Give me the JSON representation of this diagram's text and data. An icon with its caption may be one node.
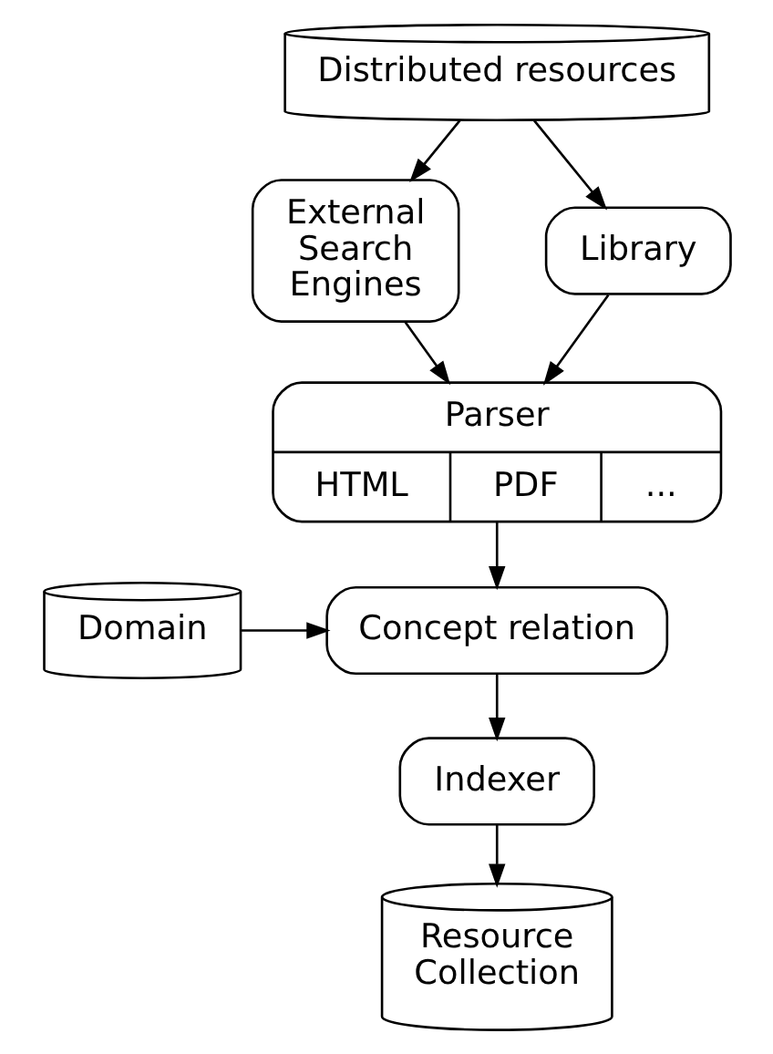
{
  "diagram": {
    "nodes": [
      {
        "text": [
          "Distributed resources"
        ]
      },
      {
        "text": [
          "External Search Engines"
        ]
      },
      {
        "text": [
          "Library"
        ]
      },
      {
        "text": [
          "Parser",
          "HTML",
          "PDF",
          "..."
        ]
      },
      {
        "text": [
          "Concept relation"
        ]
      },
      {
        "text": [
          "Domain"
        ]
      },
      {
        "text": [
          "Indexer"
        ]
      },
      {
        "text": [
          "Resource Collection"
        ]
      }
    ],
    "edges": [
      {
        "from": 0,
        "to": 1,
        "arrow": "to"
      },
      {
        "from": 0,
        "to": 2,
        "arrow": "to"
      },
      {
        "from": 1,
        "to": 3,
        "arrow": "to"
      },
      {
        "from": 2,
        "to": 3,
        "arrow": "to"
      },
      {
        "from": 3,
        "to": 4,
        "arrow": "to"
      },
      {
        "from": 5,
        "to": 4,
        "arrow": "to"
      },
      {
        "from": 4,
        "to": 6,
        "arrow": "to"
      },
      {
        "from": 6,
        "to": 7,
        "arrow": "to"
      }
    ]
  }
}
